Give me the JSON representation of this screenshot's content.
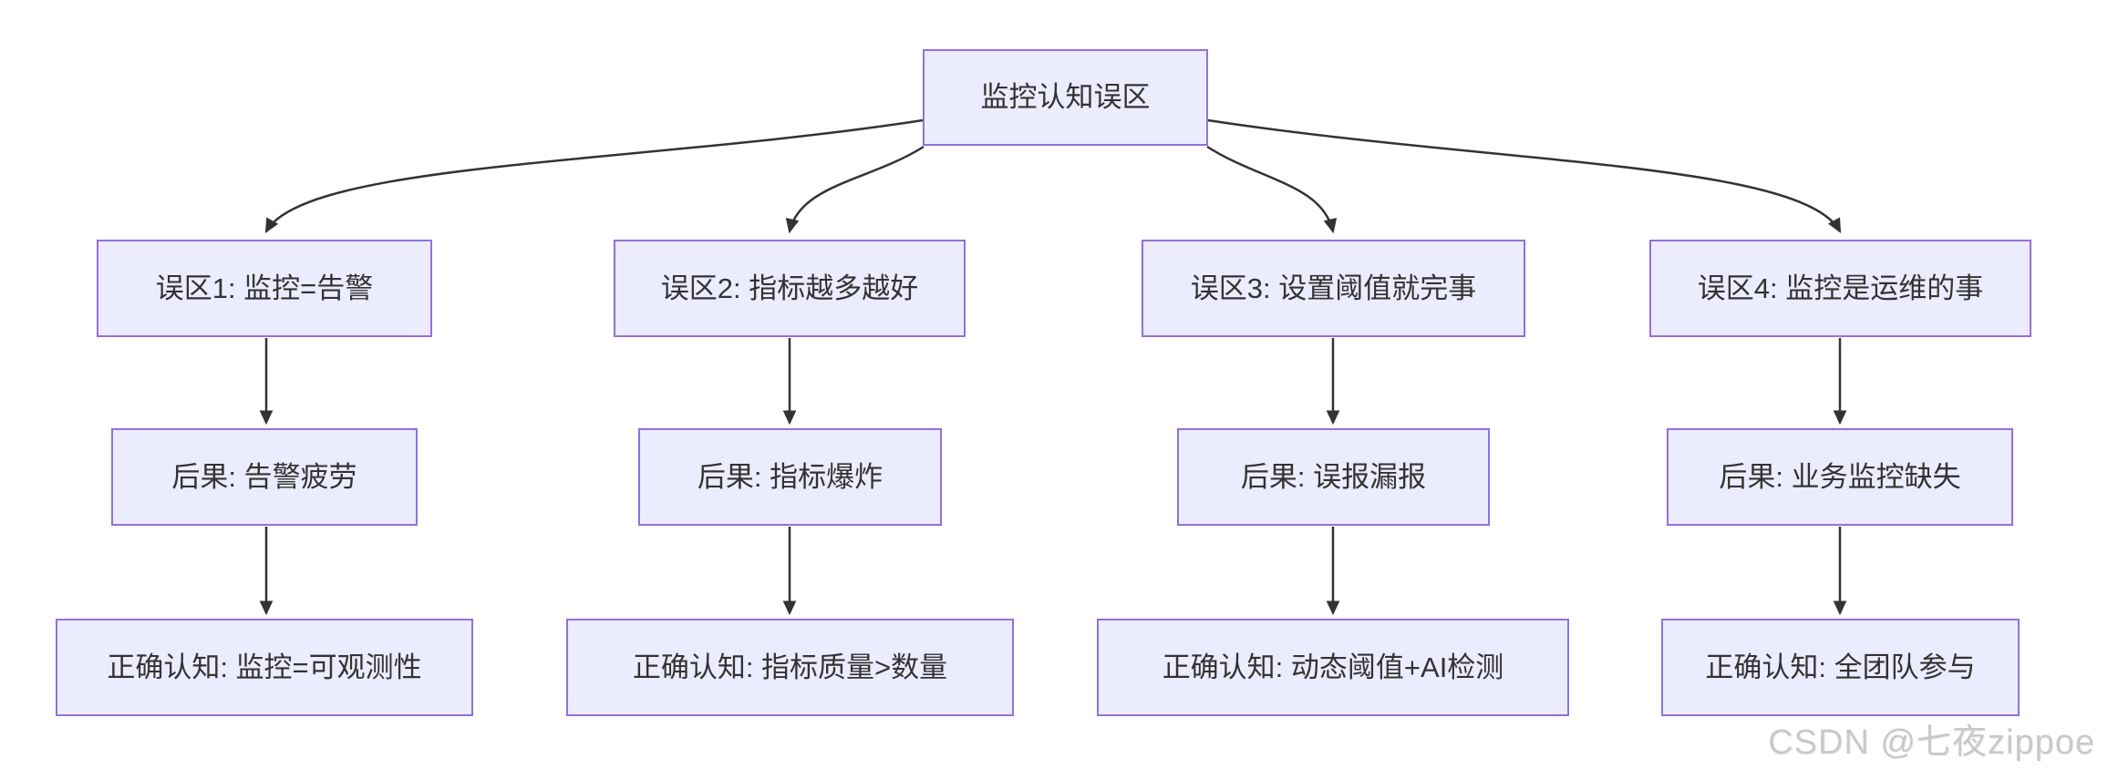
{
  "diagram": {
    "root": {
      "label": "监控认知误区"
    },
    "columns": [
      {
        "myth": "误区1: 监控=告警",
        "consequence": "后果: 告警疲劳",
        "correct": "正确认知: 监控=可观测性"
      },
      {
        "myth": "误区2: 指标越多越好",
        "consequence": "后果: 指标爆炸",
        "correct": "正确认知: 指标质量>数量"
      },
      {
        "myth": "误区3: 设置阈值就完事",
        "consequence": "后果: 误报漏报",
        "correct": "正确认知: 动态阈值+AI检测"
      },
      {
        "myth": "误区4: 监控是运维的事",
        "consequence": "后果: 业务监控缺失",
        "correct": "正确认知: 全团队参与"
      }
    ]
  },
  "watermark": {
    "text": "CSDN @七夜zippoe"
  },
  "colors": {
    "background": "#FFFFFF",
    "node_fill": "#ECECFF",
    "node_border": "#9370DB",
    "edge": "#333333",
    "text": "#333333",
    "watermark": "#C9C9C9"
  }
}
